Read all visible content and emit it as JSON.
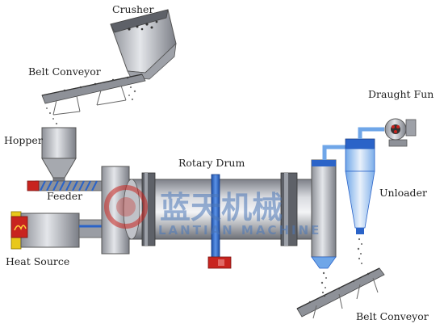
{
  "labels": {
    "crusher": "Crusher",
    "belt_conveyor_top": "Belt Conveyor",
    "hopper": "Hopper",
    "feeder": "Feeder",
    "heat_source": "Heat Source",
    "rotary_drum": "Rotary Drum",
    "draught_fun": "Draught Fun",
    "unloader": "Unloader",
    "belt_conveyor_bottom": "Belt Conveyor"
  },
  "watermark": {
    "chinese": "蓝天机械",
    "english": "LANTIAN MACHINE"
  },
  "colors": {
    "drum": "#a8aab0",
    "blue_accent": "#2a63c8",
    "red_accent": "#c8241f",
    "yellow_accent": "#e8c81a",
    "watermark": "#4c78b8"
  }
}
